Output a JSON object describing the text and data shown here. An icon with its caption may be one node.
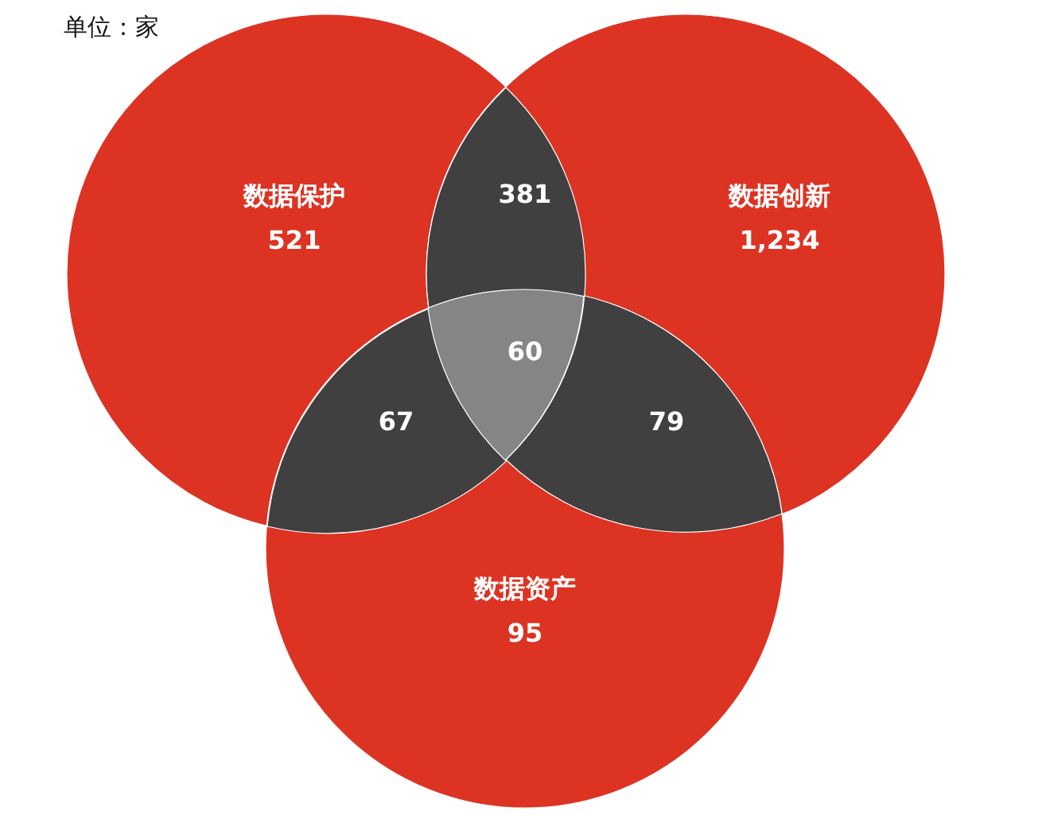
{
  "diagram": {
    "nodes": [
      {
        "text": [
          "数据保护",
          "521"
        ]
      },
      {
        "text": [
          "数据创新",
          "1,234"
        ]
      },
      {
        "text": [
          "数据资产",
          "95"
        ]
      },
      {
        "text": [
          "381"
        ]
      },
      {
        "text": [
          "67"
        ]
      },
      {
        "text": [
          "79"
        ]
      },
      {
        "text": [
          "60"
        ]
      }
    ],
    "edges": [],
    "labels": [
      "单位：家"
    ]
  }
}
